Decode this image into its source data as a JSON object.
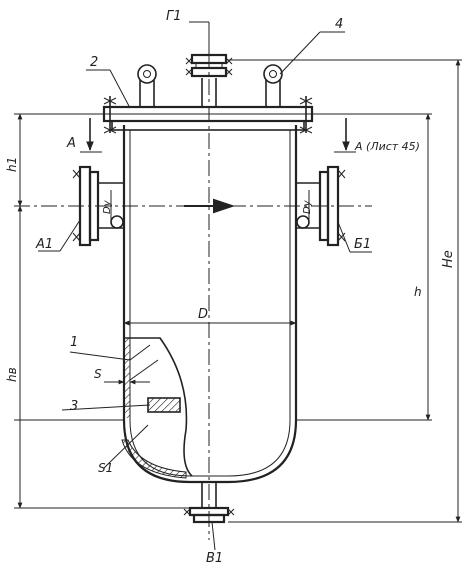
{
  "labels": {
    "g1": "Г1",
    "item4": "4",
    "item2": "2",
    "a_left": "А",
    "a_right": "А (Лист 45)",
    "a1": "А1",
    "b1_side": "Б1",
    "dy_left": "Dy",
    "dy_right": "Dy",
    "h1": "h1",
    "h": "h",
    "hb": "hв",
    "he": "He",
    "d": "D",
    "item1": "1",
    "s": "S",
    "item3": "3",
    "s1": "S1",
    "v1": "В1"
  }
}
